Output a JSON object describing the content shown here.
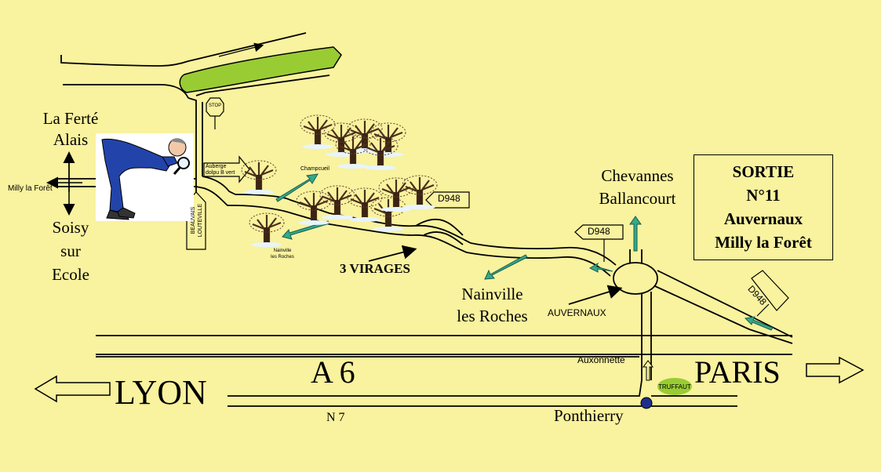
{
  "destinations": {
    "la_ferte_alais": [
      "La Ferté",
      "Alais"
    ],
    "milly_west": "Milly la Forêt",
    "soisy_sur_ecole": [
      "Soisy",
      "sur",
      "Ecole"
    ],
    "chevannes_ballancourt": [
      "Chevannes",
      "Ballancourt"
    ],
    "nainville_les_roches": [
      "Nainville",
      "les Roches"
    ],
    "lyon": "LYON",
    "paris": "PARIS"
  },
  "small_labels": {
    "stop_sign": "STOP",
    "auberge": [
      "Auberge",
      "dolpu B vert"
    ],
    "beauvais_louteville": [
      "BEAUVAIS",
      "LOUTEVILLE"
    ],
    "champcueil": "Champcueil",
    "nainville_small": [
      "Nainville",
      "les Roches"
    ],
    "auvernaux": "AUVERNAUX",
    "auxonnette": "Auxonnette",
    "ponthierry": "Ponthierry",
    "truffaut": "TRUFFAUT"
  },
  "roads": {
    "a6": "A 6",
    "n7": "N 7",
    "d948": "D948",
    "three_bends": "3 VIRAGES"
  },
  "exit_box": {
    "lines": [
      "SORTIE",
      "N°11",
      "Auvernaux",
      "Milly la Forêt"
    ]
  },
  "colors": {
    "background": "#F9F29E",
    "park": "#99CC33",
    "arrows": "#33AA88",
    "junction": "#1F2E8C",
    "figure_suit": "#2244AA"
  },
  "icons": [
    "tree-icon",
    "person-with-magnifier-icon",
    "stop-sign-icon",
    "direction-arrow-icon",
    "roundabout-icon"
  ]
}
